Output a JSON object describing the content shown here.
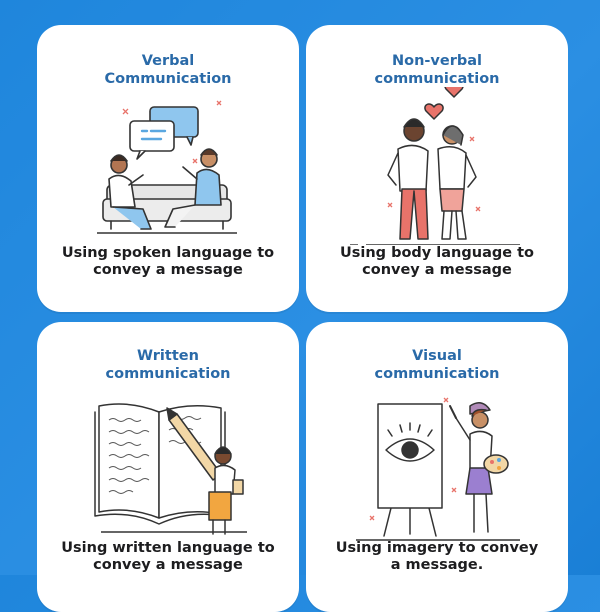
{
  "cards": [
    {
      "title": "Verbal\nCommunication",
      "description": "Using spoken language to\nconvey a message",
      "icon": "conversation-on-sofa-illustration"
    },
    {
      "title": "Non-verbal\ncommunication",
      "description": "Using body language to\nconvey a message",
      "icon": "couple-with-heart-illustration"
    },
    {
      "title": "Written\ncommunication",
      "description": "Using written language to\nconvey a message",
      "icon": "book-and-pencil-illustration"
    },
    {
      "title": "Visual\ncommunication",
      "description": "Using imagery to convey\na message.",
      "icon": "painter-at-easel-illustration"
    }
  ],
  "colors": {
    "background": "#2b8fe3",
    "card": "#ffffff",
    "title": "#2a6aa8",
    "text": "#1d1d1f",
    "accent_blue": "#8fc6ee",
    "accent_red": "#e8736a",
    "accent_orange": "#f2a640"
  }
}
